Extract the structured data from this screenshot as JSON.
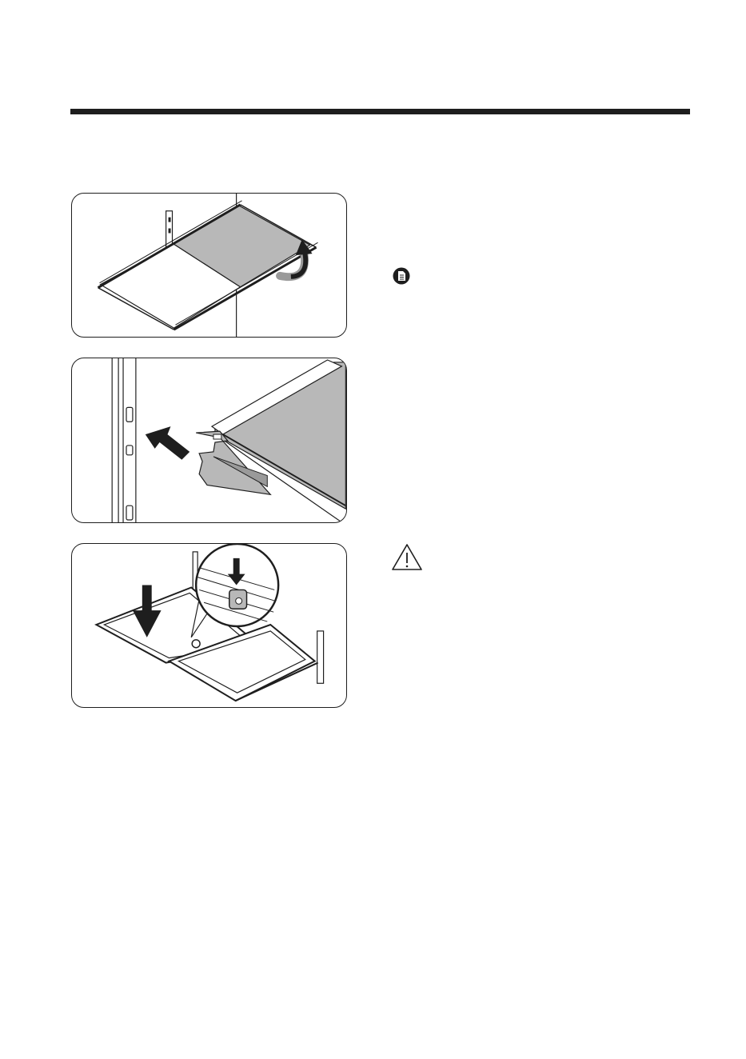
{
  "page": {
    "icons": [
      "note-icon",
      "warning-icon"
    ],
    "figures": [
      "shelf-fold-illustration",
      "shelf-hook-illustration",
      "shelf-insert-illustration"
    ],
    "colors": {
      "rule": "#1e1e1e",
      "shelf_fill": "#b8b8b8",
      "panel_border": "#1e1e1e"
    }
  }
}
